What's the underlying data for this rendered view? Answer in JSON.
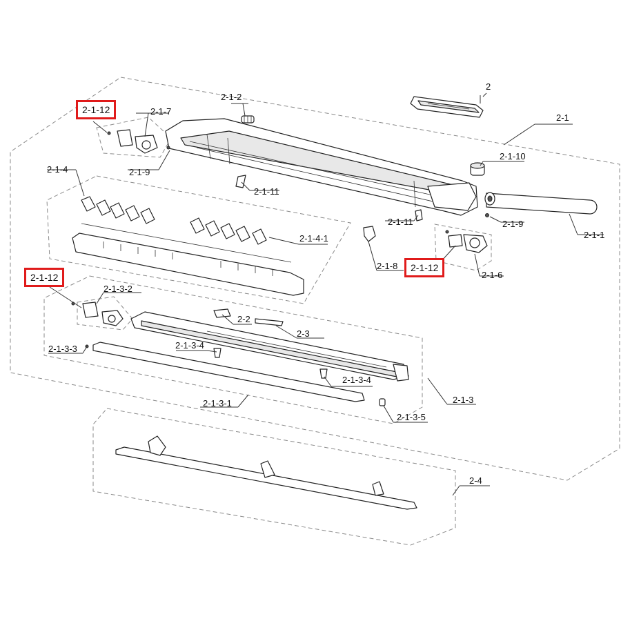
{
  "callouts": {
    "p2": "2",
    "p2_1": "2-1",
    "p2_1_1": "2-1-1",
    "p2_1_2": "2-1-2",
    "p2_1_3": "2-1-3",
    "p2_1_3_1": "2-1-3-1",
    "p2_1_3_2": "2-1-3-2",
    "p2_1_3_3": "2-1-3-3",
    "p2_1_3_4_a": "2-1-3-4",
    "p2_1_3_4_b": "2-1-3-4",
    "p2_1_3_5": "2-1-3-5",
    "p2_1_4": "2-1-4",
    "p2_1_4_1": "2-1-4-1",
    "p2_1_6": "2-1-6",
    "p2_1_7": "2-1-7",
    "p2_1_8": "2-1-8",
    "p2_1_9_a": "2-1-9",
    "p2_1_9_b": "2-1-9",
    "p2_1_10": "2-1-10",
    "p2_1_11_a": "2-1-11",
    "p2_1_11_b": "2-1-11",
    "p2_1_12_a": "2-1-12",
    "p2_1_12_b": "2-1-12",
    "p2_1_12_c": "2-1-12",
    "p2_2": "2-2",
    "p2_3": "2-3",
    "p2_4": "2-4"
  },
  "highlight_color": "#e01b1b"
}
